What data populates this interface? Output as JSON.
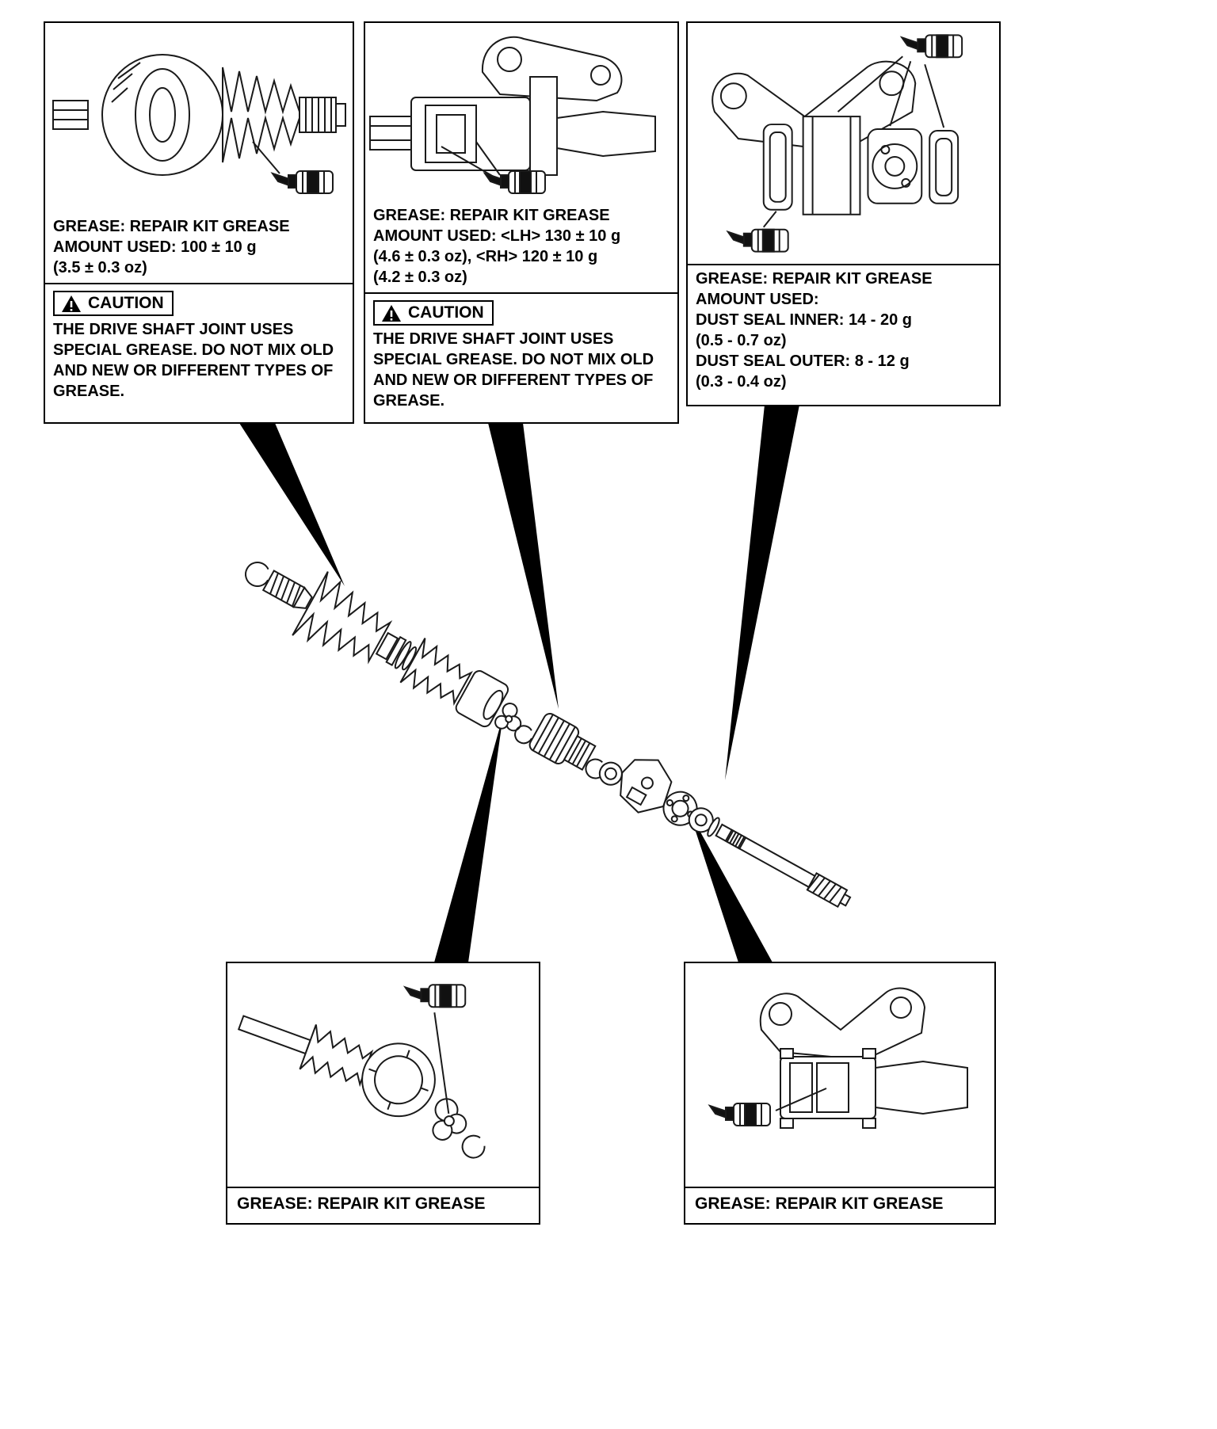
{
  "page": {
    "background": "#ffffff",
    "line_color": "#1a1a1a",
    "accent": "#000000"
  },
  "icons": {
    "grease_tube": "grease-tube-icon",
    "warning_triangle": "⚠"
  },
  "panels": {
    "top_left": {
      "lines": [
        "GREASE: REPAIR KIT GREASE",
        "AMOUNT USED: 100 ± 10 g",
        "(3.5 ± 0.3 oz)"
      ],
      "caution_label": "CAUTION",
      "caution_text": "THE DRIVE SHAFT JOINT USES SPECIAL GREASE. DO NOT MIX OLD AND NEW OR DIFFERENT TYPES OF GREASE."
    },
    "top_middle": {
      "lines": [
        "GREASE: REPAIR KIT GREASE",
        "AMOUNT USED: <LH> 130 ± 10 g",
        "(4.6 ± 0.3 oz), <RH> 120 ± 10 g",
        "(4.2 ± 0.3 oz)"
      ],
      "caution_label": "CAUTION",
      "caution_text": "THE DRIVE SHAFT JOINT USES SPECIAL GREASE. DO NOT MIX OLD AND NEW OR DIFFERENT TYPES OF GREASE."
    },
    "top_right": {
      "lines": [
        "GREASE: REPAIR KIT GREASE",
        "AMOUNT USED:",
        "DUST SEAL INNER: 14 - 20 g",
        "(0.5 - 0.7 oz)",
        "DUST SEAL OUTER: 8 - 12 g",
        "(0.3 - 0.4 oz)"
      ]
    },
    "bottom_left": {
      "caption": "GREASE: REPAIR KIT GREASE"
    },
    "bottom_right": {
      "caption": "GREASE: REPAIR KIT GREASE"
    }
  }
}
